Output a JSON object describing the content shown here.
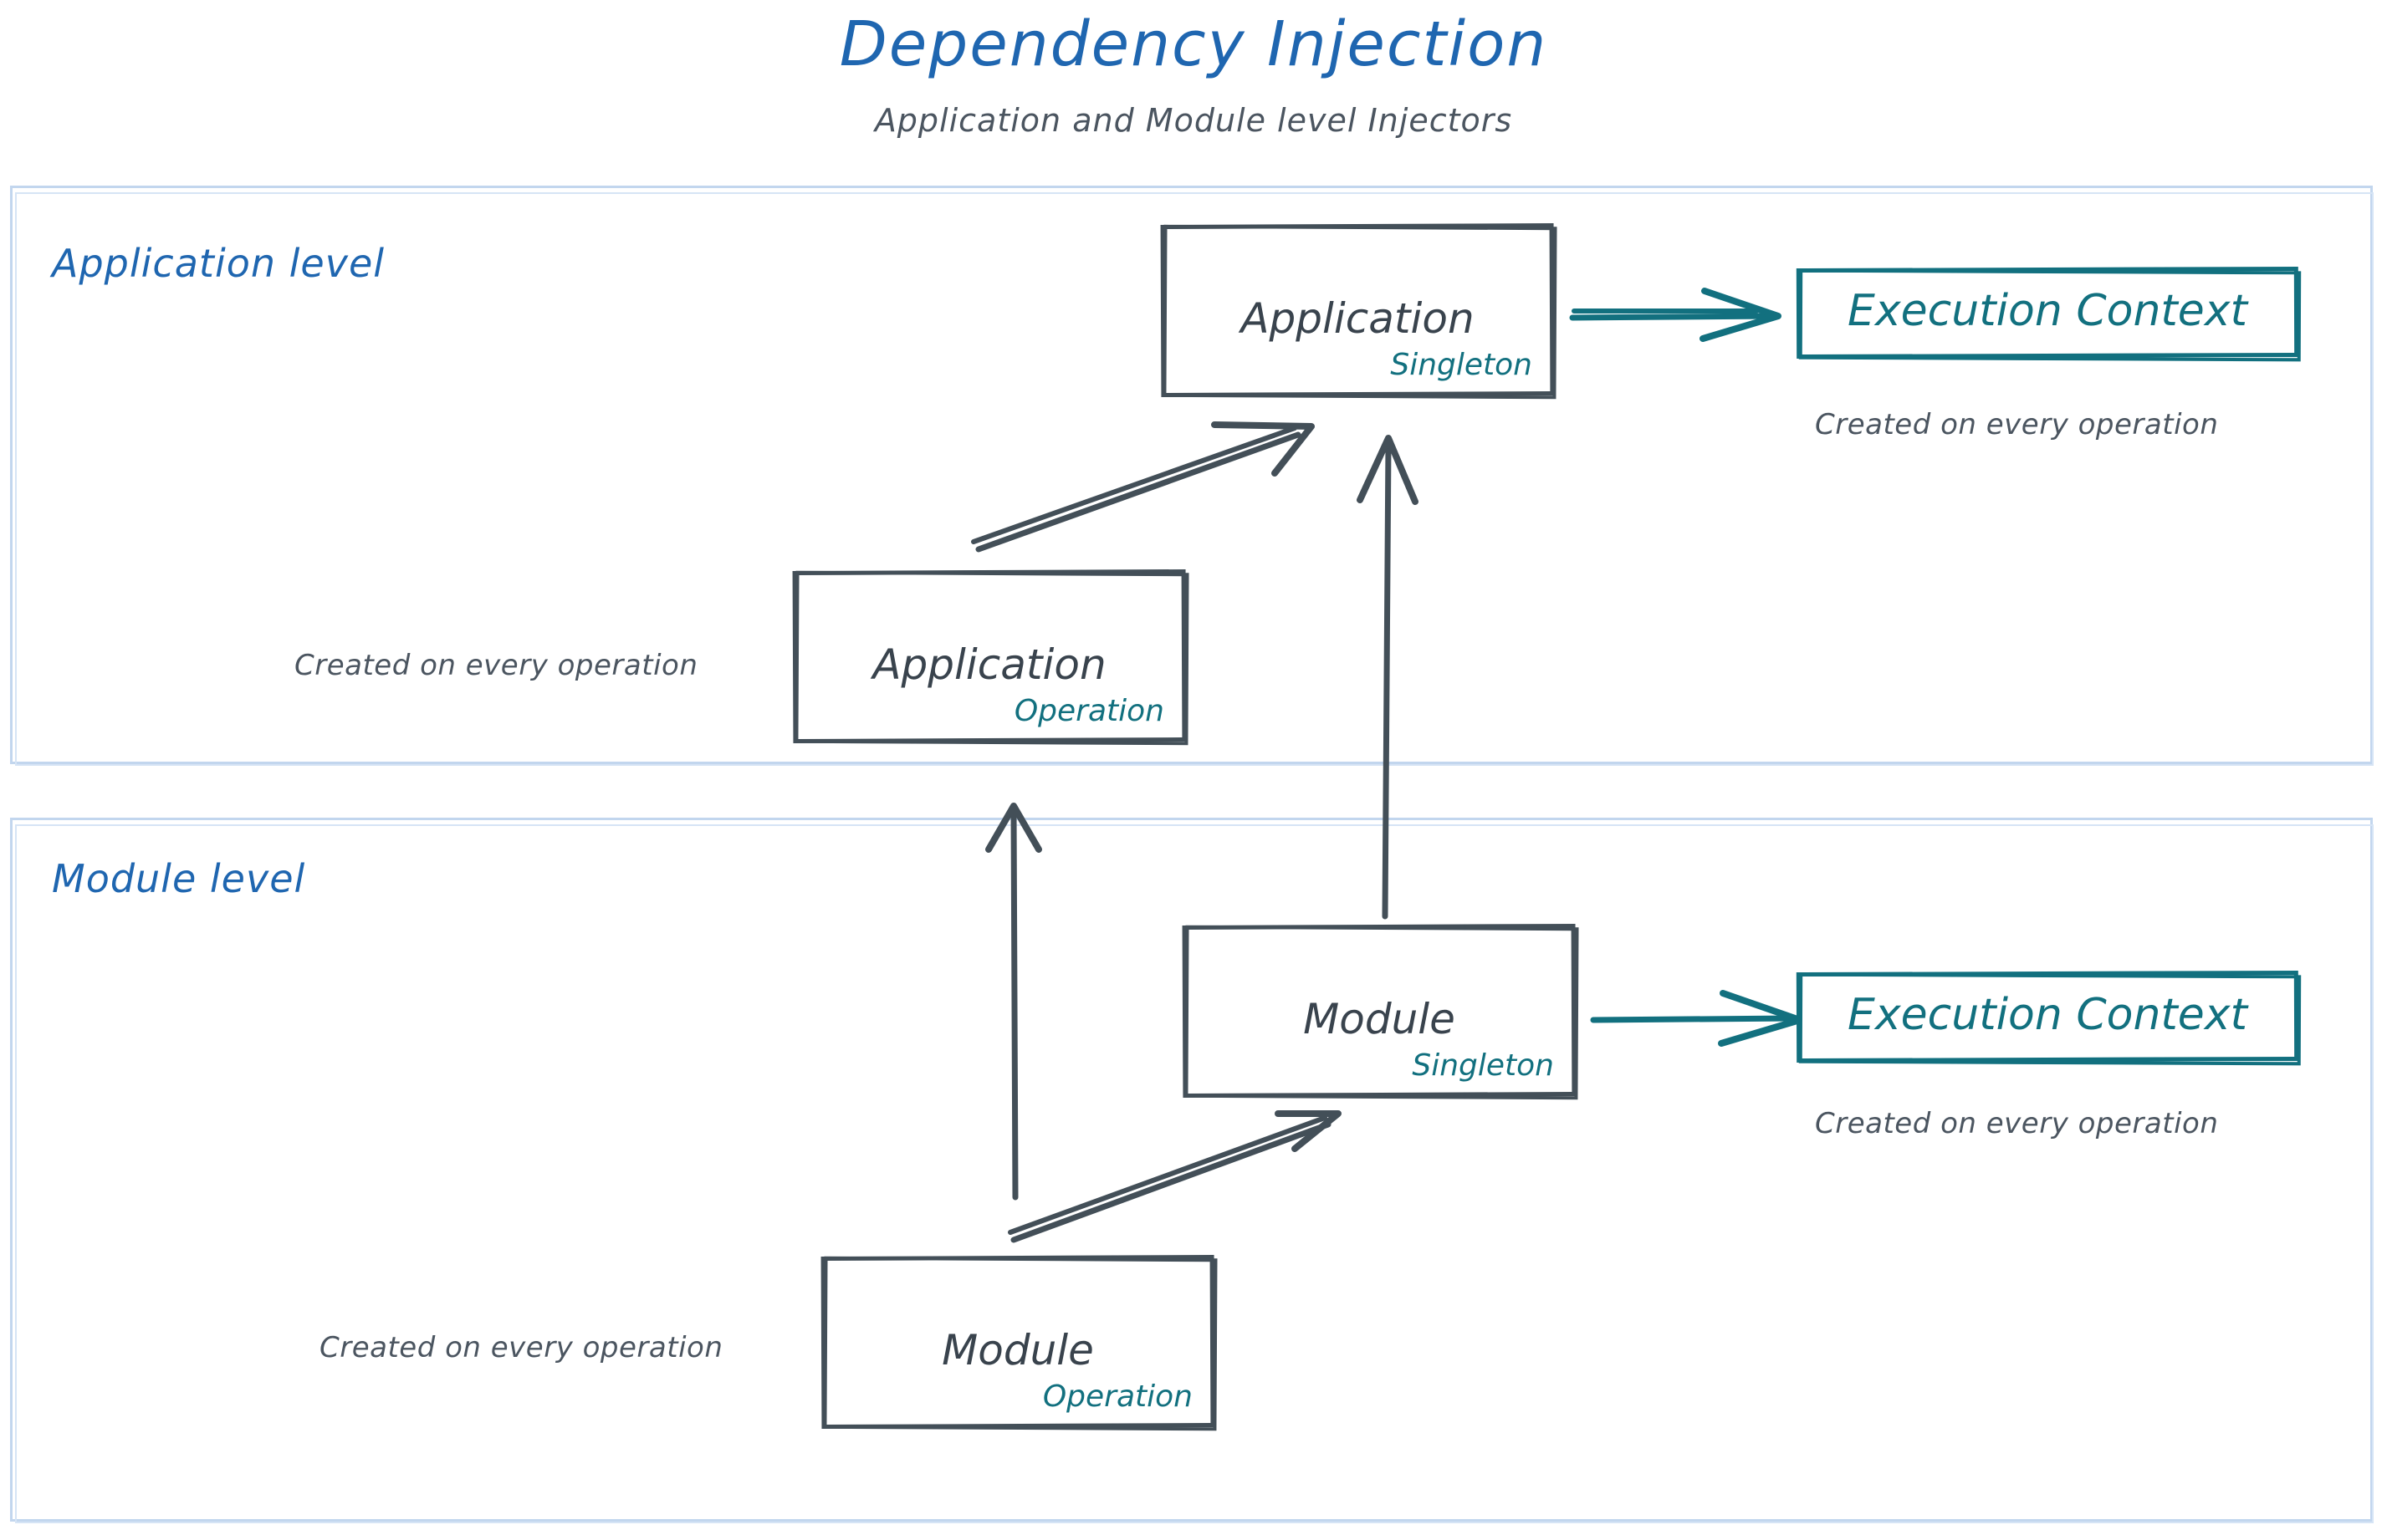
{
  "header": {
    "title": "Dependency Injection",
    "subtitle": "Application and Module level Injectors"
  },
  "colors": {
    "title_blue": "#1f66b0",
    "level_label_blue": "#1f66b0",
    "container_border": "#c2d6ee",
    "node_dark": "#434f58",
    "scope_teal": "#12707f",
    "caption_gray": "#4b5560"
  },
  "levels": [
    {
      "id": "application-level",
      "label": "Application level",
      "nodes": [
        {
          "id": "application-singleton",
          "name": "Application",
          "scope": "Singleton",
          "style": "dark"
        },
        {
          "id": "execution-context-application",
          "name": "Execution Context",
          "scope": "",
          "style": "teal",
          "caption": "Created on every operation"
        },
        {
          "id": "application-operation",
          "name": "Application",
          "scope": "Operation",
          "style": "dark",
          "caption": "Created on every operation"
        }
      ]
    },
    {
      "id": "module-level",
      "label": "Module level",
      "nodes": [
        {
          "id": "module-singleton",
          "name": "Module",
          "scope": "Singleton",
          "style": "dark"
        },
        {
          "id": "execution-context-module",
          "name": "Execution Context",
          "scope": "",
          "style": "teal",
          "caption": "Created on every operation"
        },
        {
          "id": "module-operation",
          "name": "Module",
          "scope": "Operation",
          "style": "dark",
          "caption": "Created on every operation"
        }
      ]
    }
  ],
  "captions": {
    "app_operation_note": "Created on every operation",
    "app_exec_note": "Created on every operation",
    "module_operation_note": "Created on every operation",
    "module_exec_note": "Created on every operation"
  },
  "edges": [
    {
      "id": "app-singleton-to-exec-context",
      "from": "application-singleton",
      "to": "execution-context-application",
      "color": "#12707f",
      "direction": "right"
    },
    {
      "id": "app-operation-to-app-singleton",
      "from": "application-operation",
      "to": "application-singleton",
      "color": "#434f58",
      "direction": "up-right"
    },
    {
      "id": "module-singleton-to-app-singleton",
      "from": "module-singleton",
      "to": "application-singleton",
      "color": "#434f58",
      "direction": "up"
    },
    {
      "id": "module-operation-to-app-operation",
      "from": "module-operation",
      "to": "application-operation",
      "color": "#434f58",
      "direction": "up"
    },
    {
      "id": "module-operation-to-module-singleton",
      "from": "module-operation",
      "to": "module-singleton",
      "color": "#434f58",
      "direction": "up-right"
    },
    {
      "id": "module-singleton-to-exec-context",
      "from": "module-singleton",
      "to": "execution-context-module",
      "color": "#12707f",
      "direction": "right"
    }
  ]
}
